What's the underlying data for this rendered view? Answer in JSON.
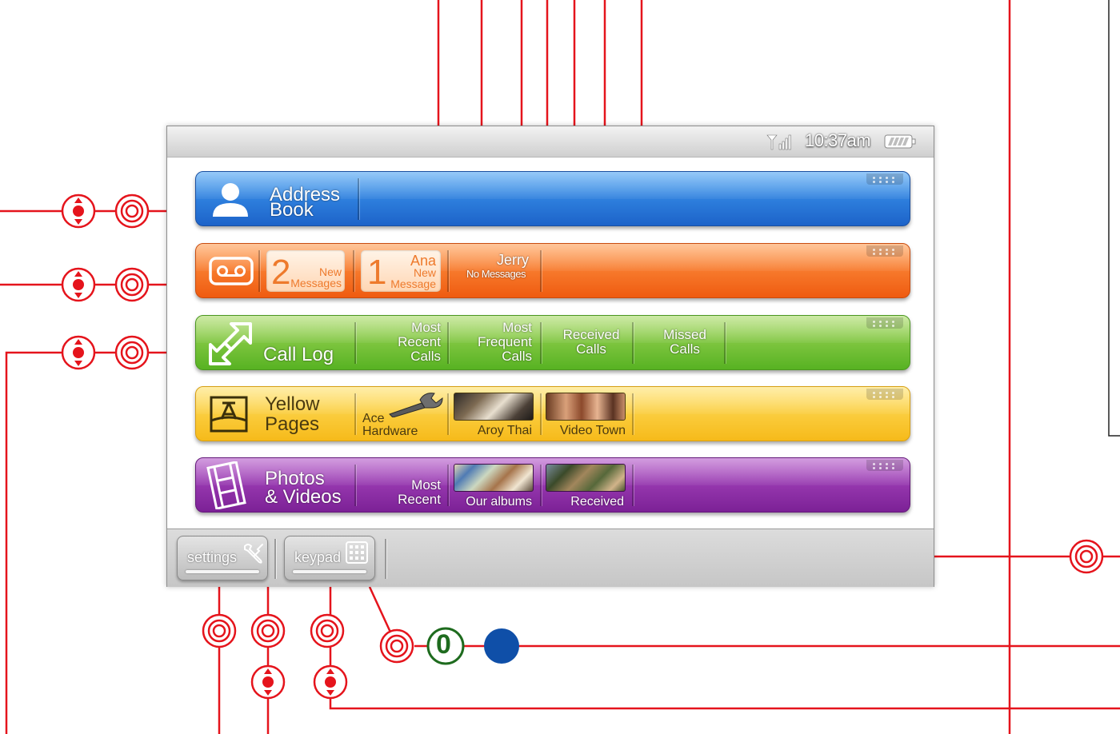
{
  "status": {
    "time": "10:37am",
    "signal_icon": "signal-icon",
    "battery_icon": "battery-icon"
  },
  "address_book": {
    "label_line1": "Address",
    "label_line2": "Book",
    "color": "#1f6fd8"
  },
  "messages": {
    "new_count": "2",
    "new_line1": "New",
    "new_line2": "Messages",
    "ana_count": "1",
    "ana_name": "Ana",
    "ana_line1": "New",
    "ana_line2": "Message",
    "jerry_name": "Jerry",
    "jerry_status": "No Messages",
    "color": "#f26a1b"
  },
  "call_log": {
    "label": "Call Log",
    "most_recent": [
      "Most",
      "Recent",
      "Calls"
    ],
    "most_frequent": [
      "Most",
      "Frequent",
      "Calls"
    ],
    "received": [
      "Received",
      "Calls"
    ],
    "missed": [
      "Missed",
      "Calls"
    ],
    "color": "#5fb82a"
  },
  "yellow_pages": {
    "label_line1": "Yellow",
    "label_line2": "Pages",
    "ace_line1": "Ace",
    "ace_line2": "Hardware",
    "aroy": "Aroy Thai",
    "video_town": "Video Town",
    "color": "#f7c126"
  },
  "photos": {
    "label_line1": "Photos",
    "label_line2": "& Videos",
    "most": "Most",
    "recent": "Recent",
    "our_albums": "Our albums",
    "received": "Received",
    "color": "#8a2aa6"
  },
  "bottom": {
    "settings": "settings",
    "keypad": "keypad"
  },
  "diagram": {
    "node_label": "0",
    "wire_color": "#e5141c",
    "node_green": "#1e6b1e",
    "node_blue": "#0f4fa8"
  }
}
